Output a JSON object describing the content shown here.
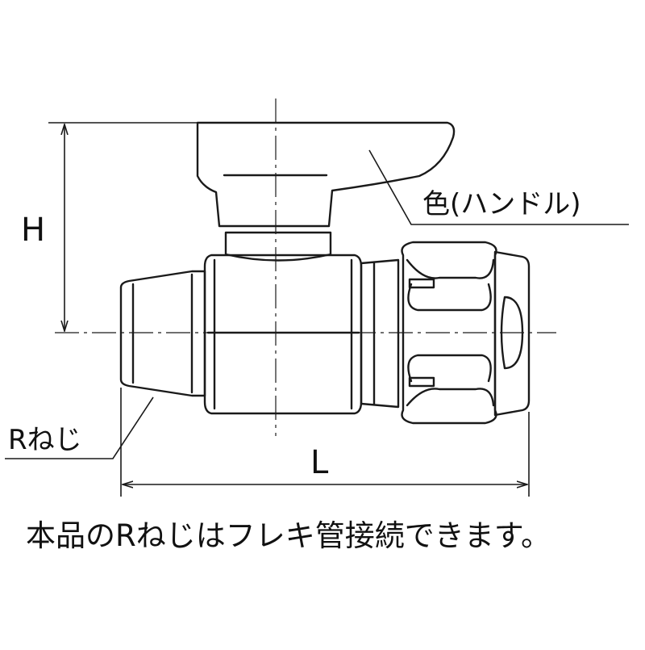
{
  "diagram": {
    "labels": {
      "height_dim": "H",
      "length_dim": "L",
      "handle_color": "色(ハンドル)",
      "r_thread": "Rねじ"
    },
    "caption": "本品のRねじはフレキ管接続できます。",
    "colors": {
      "line": "#1a1a1a",
      "background": "#ffffff"
    }
  }
}
